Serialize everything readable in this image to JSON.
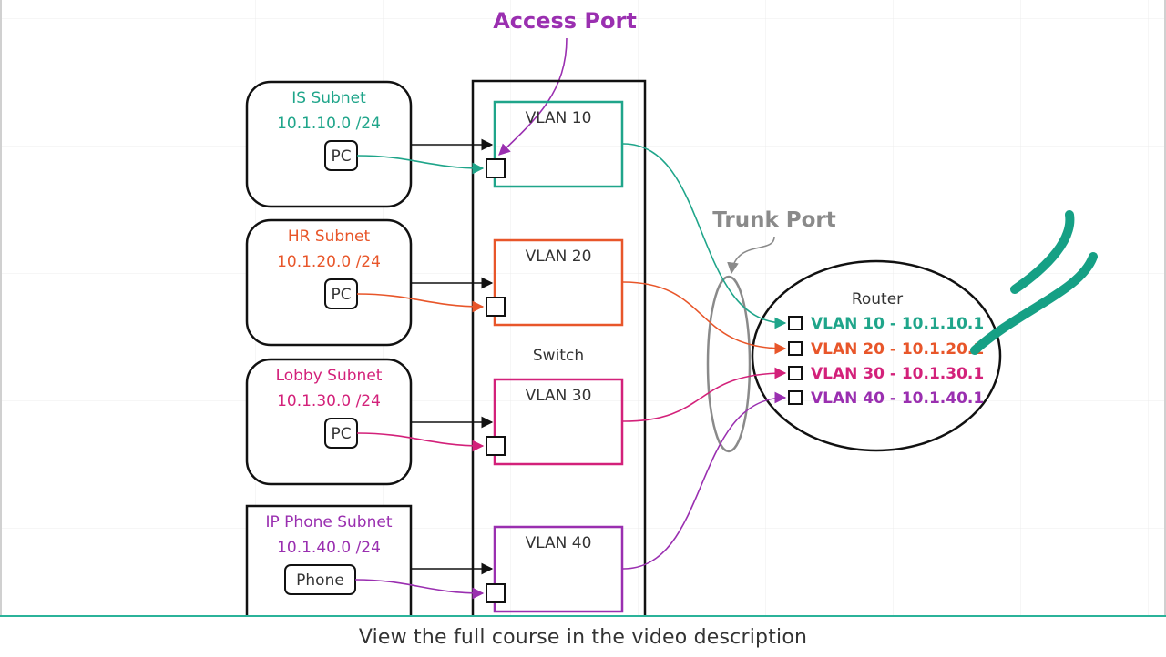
{
  "colors": {
    "is": "#1fa58a",
    "hr": "#e8562a",
    "lobby": "#d3217a",
    "phone": "#9a2fb0",
    "access_port_label": "#9a2fb0",
    "trunk_port_label": "#8a8a8a",
    "black": "#111111",
    "accent_strokes": "#16a085"
  },
  "labels": {
    "access_port": "Access Port",
    "trunk_port": "Trunk Port",
    "switch": "Switch",
    "router": "Router"
  },
  "subnets": [
    {
      "name": "IS Subnet",
      "network": "10.1.10.0 /24",
      "device": "PC",
      "vlan": "VLAN 10",
      "router_interface": "VLAN 10 - 10.1.10.1",
      "color_key": "is"
    },
    {
      "name": "HR Subnet",
      "network": "10.1.20.0 /24",
      "device": "PC",
      "vlan": "VLAN 20",
      "router_interface": "VLAN 20 - 10.1.20.1",
      "color_key": "hr"
    },
    {
      "name": "Lobby Subnet",
      "network": "10.1.30.0 /24",
      "device": "PC",
      "vlan": "VLAN 30",
      "router_interface": "VLAN 30 - 10.1.30.1",
      "color_key": "lobby"
    },
    {
      "name": "IP Phone Subnet",
      "network": "10.1.40.0 /24",
      "device": "Phone",
      "vlan": "VLAN 40",
      "router_interface": "VLAN 40 - 10.1.40.1",
      "color_key": "phone"
    }
  ],
  "footer": {
    "text": "View the full course in the video description"
  }
}
